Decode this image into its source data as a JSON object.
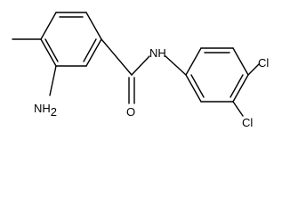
{
  "molecule": {
    "labels": {
      "amino": "NH",
      "amino_subscript": "2",
      "amide_nh": "NH",
      "carbonyl_o": "O",
      "chloro_top": "Cl",
      "chloro_bottom": "Cl"
    }
  },
  "colors": {
    "bond": "#000000",
    "text": "#000000",
    "background": "#ffffff"
  }
}
